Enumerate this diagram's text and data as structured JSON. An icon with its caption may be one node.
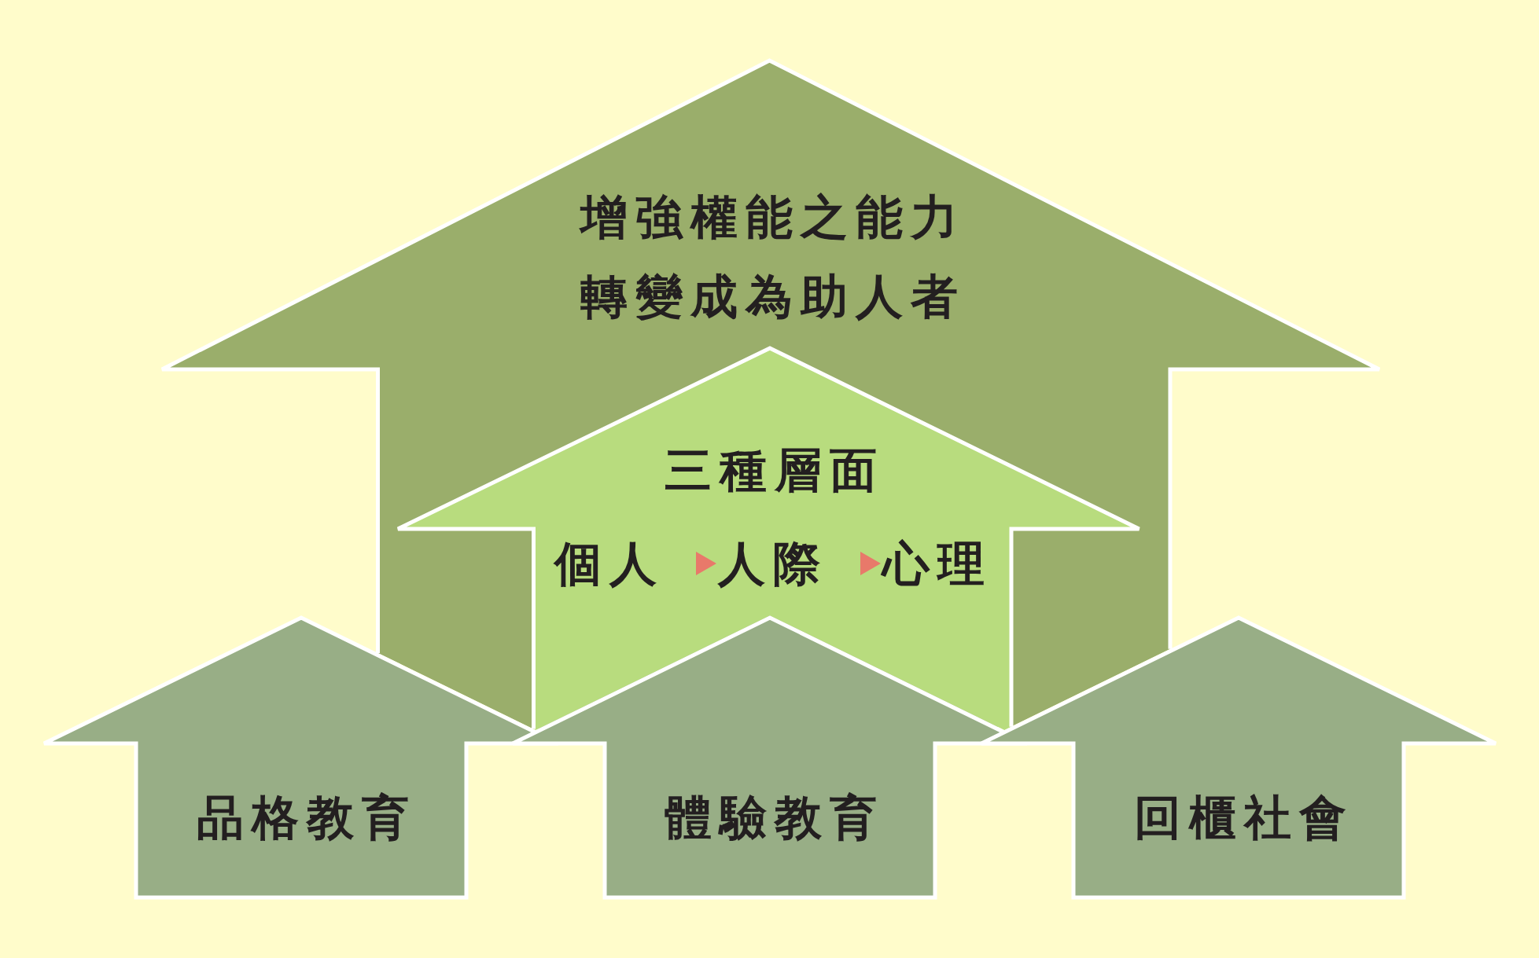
{
  "diagram": {
    "nodes": [
      {
        "text": [
          "增強權能之能力轉變成為助人者"
        ]
      },
      {
        "text": [
          "三種層面"
        ],
        "in": 0
      },
      {
        "text": [
          "個人"
        ],
        "in": 1
      },
      {
        "text": [
          "人際"
        ],
        "in": 1
      },
      {
        "text": [
          "心理"
        ],
        "in": 1
      },
      {
        "text": [
          "品格教育"
        ]
      },
      {
        "text": [
          "體驗教育"
        ]
      },
      {
        "text": [
          "回櫃社會"
        ]
      }
    ],
    "edges": [
      {
        "from": 2,
        "to": 3,
        "arrow": "to"
      },
      {
        "from": 3,
        "to": 4,
        "arrow": "to"
      }
    ]
  }
}
